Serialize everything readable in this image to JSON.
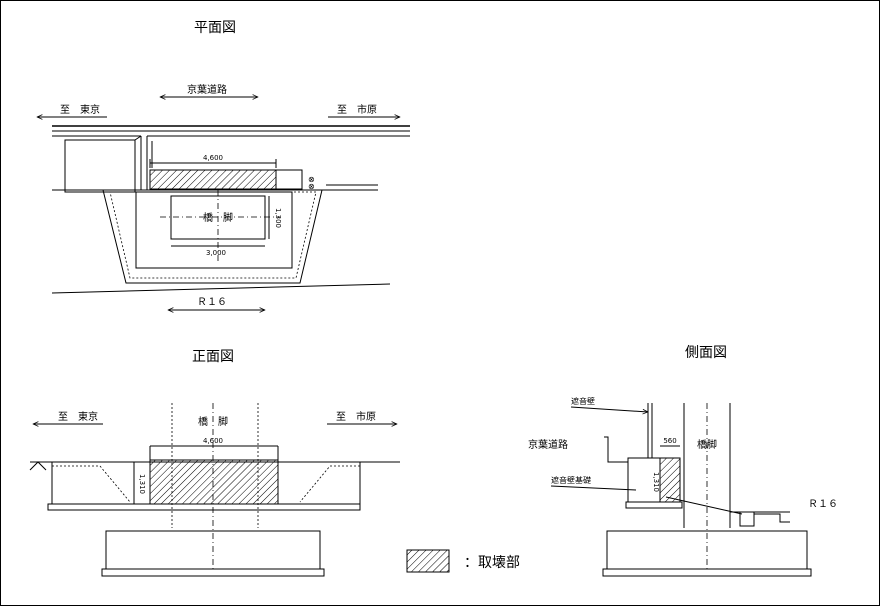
{
  "plan": {
    "title": "平面図",
    "road": "京葉道路",
    "to_tokyo": "至　東京",
    "to_ichihara": "至　市原",
    "pier": "橋　脚",
    "dim_width": "4,600",
    "dim_inner": "3,000",
    "dim_height": "1,300",
    "route": "Ｒ１６"
  },
  "front": {
    "title": "正面図",
    "to_tokyo": "至　東京",
    "to_ichihara": "至　市原",
    "pier": "橋　脚",
    "dim_width": "4,600",
    "dim_height": "1,310"
  },
  "side": {
    "title": "側面図",
    "wall": "遮音壁",
    "road": "京葉道路",
    "wall_base": "遮音壁基礎",
    "pier": "橋脚",
    "dim_top": "560",
    "dim_height": "1,310",
    "route": "Ｒ１６"
  },
  "legend": {
    "label": "：取壊部"
  }
}
